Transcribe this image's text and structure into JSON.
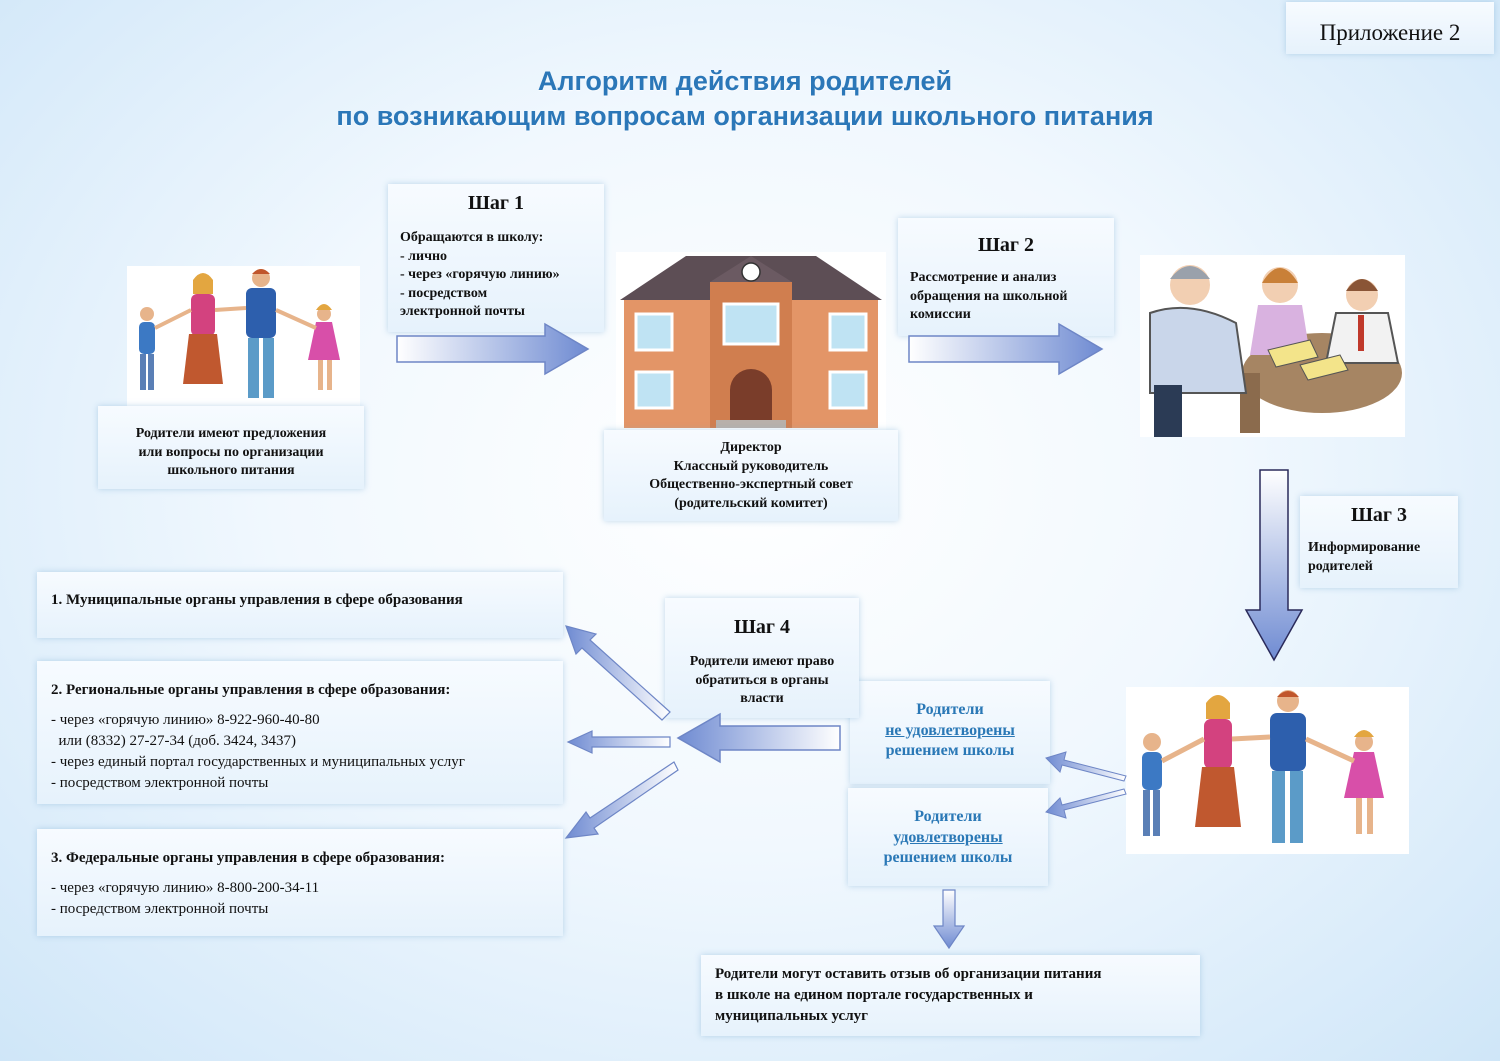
{
  "appendix": "Приложение 2",
  "title": {
    "line1": "Алгоритм действия родителей",
    "line2": "по возникающим вопросам организации школьного питания"
  },
  "step1": {
    "label": "Шаг 1",
    "lines": [
      "Обращаются в школу:",
      "- лично",
      "- через «горячую линию»",
      "- посредством",
      "электронной почты"
    ]
  },
  "step2": {
    "label": "Шаг 2",
    "lines": [
      "Рассмотрение и анализ",
      "обращения на школьной",
      "комиссии"
    ]
  },
  "step3": {
    "label": "Шаг 3",
    "lines": [
      "Информирование",
      "родителей"
    ]
  },
  "step4": {
    "label": "Шаг 4",
    "lines": [
      "Родители имеют право",
      "обратиться в органы",
      "власти"
    ]
  },
  "parents_caption": [
    "Родители имеют предложения",
    "или вопросы по организации",
    "школьного питания"
  ],
  "school_caption": [
    "Директор",
    "Классный руководитель",
    "Общественно-экспертный совет",
    "(родительский комитет)"
  ],
  "unsatisfied": {
    "l1": "Родители",
    "l2": "не удовлетворены",
    "l3": "решением школы"
  },
  "satisfied": {
    "l1": "Родители",
    "l2": "удовлетворены",
    "l3": "решением школы"
  },
  "authorities": {
    "municipal": {
      "title": "1. Муниципальные органы управления в сфере образования"
    },
    "regional": {
      "title": "2. Региональные органы управления в сфере образования:",
      "lines": [
        "- через «горячую линию» 8-922-960-40-80",
        "  или (8332) 27-27-34 (доб. 3424, 3437)",
        "- через единый портал государственных и муниципальных услуг",
        "- посредством электронной почты"
      ]
    },
    "federal": {
      "title": "3. Федеральные органы управления в сфере образования:",
      "lines": [
        "- через «горячую линию» 8-800-200-34-11",
        "- посредством электронной почты"
      ]
    }
  },
  "feedback": [
    "Родители могут оставить отзыв об организации питания",
    "в школе на едином портале государственных и",
    "муниципальных услуг"
  ],
  "colors": {
    "title": "#2b77b8",
    "arrow_light": "#ffffff",
    "arrow_dark": "#7a94d6",
    "accent_text": "#2a78b6"
  },
  "icons": [
    "family-illustration",
    "school-building-illustration",
    "meeting-illustration",
    "family-illustration"
  ]
}
